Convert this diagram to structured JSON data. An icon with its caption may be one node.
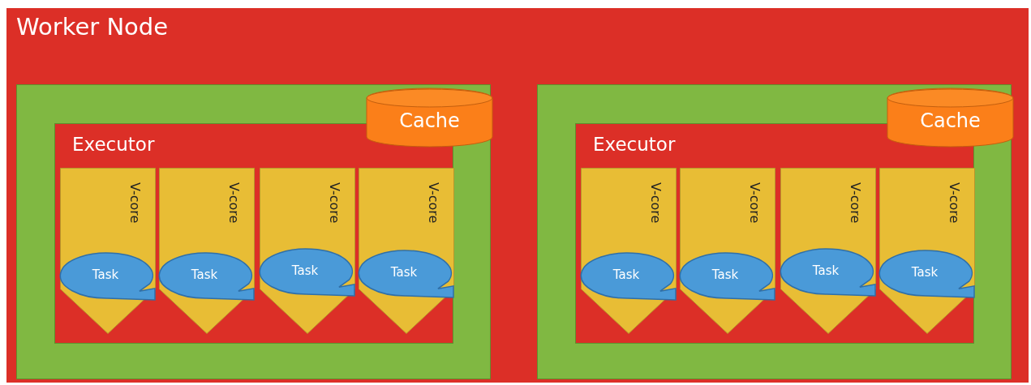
{
  "diagram": {
    "nodes": [
      {
        "text": [
          "Worker Node"
        ]
      },
      {
        "text": [],
        "shape": "box",
        "in": 0
      },
      {
        "text": [
          "Cache"
        ],
        "in": 1
      },
      {
        "text": [
          "Executor"
        ],
        "in": 1
      },
      {
        "text": [
          "V-core"
        ],
        "in": 3
      },
      {
        "text": [
          "Task"
        ],
        "in": 4
      },
      {
        "text": [
          "V-core"
        ],
        "in": 3
      },
      {
        "text": [
          "Task"
        ],
        "in": 6
      },
      {
        "text": [
          "V-core"
        ],
        "in": 3
      },
      {
        "text": [
          "Task"
        ],
        "in": 8
      },
      {
        "text": [
          "V-core"
        ],
        "in": 3
      },
      {
        "text": [
          "Task"
        ],
        "in": 10
      },
      {
        "text": [],
        "shape": "box",
        "in": 0
      },
      {
        "text": [
          "Cache"
        ],
        "in": 12
      },
      {
        "text": [
          "Executor"
        ],
        "in": 12
      },
      {
        "text": [
          "V-core"
        ],
        "in": 14
      },
      {
        "text": [
          "Task"
        ],
        "in": 15
      },
      {
        "text": [
          "V-core"
        ],
        "in": 14
      },
      {
        "text": [
          "Task"
        ],
        "in": 17
      },
      {
        "text": [
          "V-core"
        ],
        "in": 14
      },
      {
        "text": [
          "Task"
        ],
        "in": 19
      },
      {
        "text": [
          "V-core"
        ],
        "in": 14
      },
      {
        "text": [
          "Task"
        ],
        "in": 21
      }
    ]
  }
}
